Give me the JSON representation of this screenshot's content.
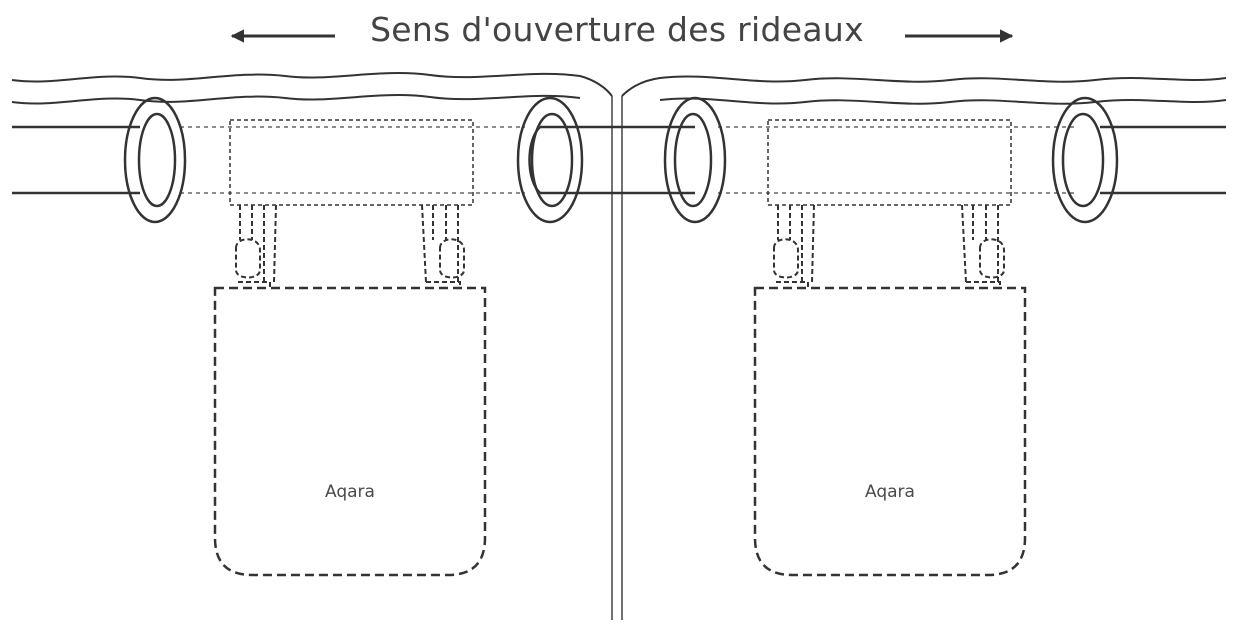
{
  "diagram": {
    "title": "Sens d'ouverture des rideaux",
    "left_arrow_icon": "arrow-left-icon",
    "right_arrow_icon": "arrow-right-icon",
    "devices": [
      {
        "brand": "Aqara"
      },
      {
        "brand": "Aqara"
      }
    ],
    "colors": {
      "line": "#333333",
      "text": "#444444",
      "background": "#ffffff"
    }
  }
}
